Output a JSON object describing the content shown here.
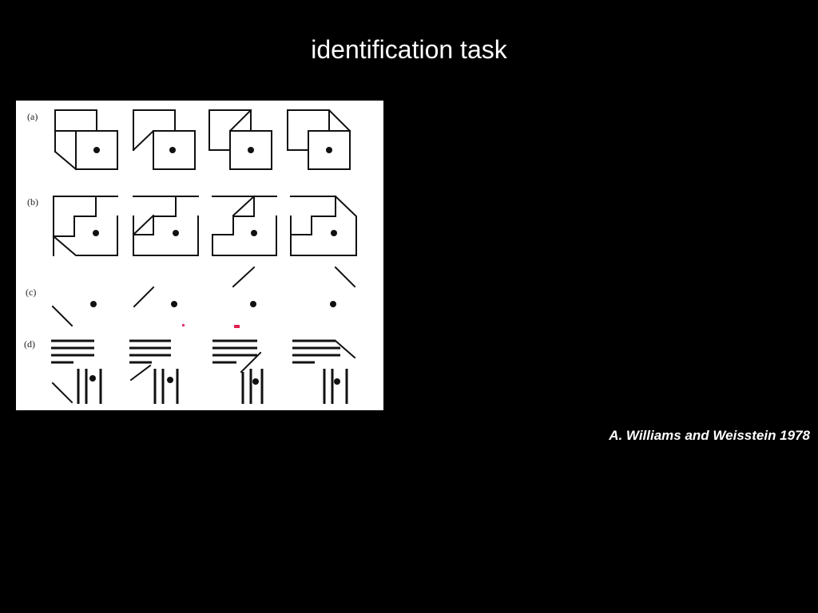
{
  "slide": {
    "title": "identification task",
    "citation": "A. Williams and Weisstein 1978"
  },
  "figure": {
    "row_labels": [
      "(a)",
      "(b)",
      "(c)",
      "(d)"
    ]
  },
  "colors": {
    "background": "#000000",
    "text": "#ffffff",
    "figure_background": "#ffffff",
    "ink": "#111111"
  }
}
